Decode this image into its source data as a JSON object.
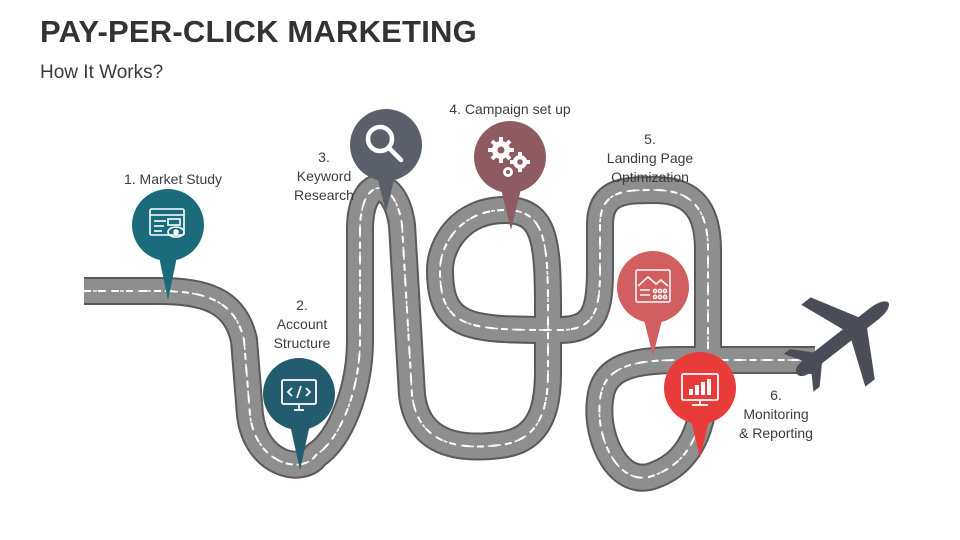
{
  "header": {
    "title": "PAY-PER-CLICK MARKETING",
    "subtitle": "How It Works?"
  },
  "steps": [
    {
      "number": "1.",
      "label": "Market Study",
      "color": "#1a6b7b",
      "icon": "web-analytics-icon"
    },
    {
      "number": "2.",
      "lines": [
        "Account",
        "Structure"
      ],
      "color": "#235c6e",
      "icon": "code-monitor-icon"
    },
    {
      "number": "3.",
      "lines": [
        "Keyword",
        "Research"
      ],
      "color": "#5a5f6a",
      "icon": "magnifier-icon"
    },
    {
      "number": "4.",
      "label": "Campaign set up",
      "color": "#8f5b62",
      "icon": "gears-icon"
    },
    {
      "number": "5.",
      "lines": [
        "Landing Page",
        "Optimization"
      ],
      "color": "#d15f60",
      "icon": "landing-page-icon"
    },
    {
      "number": "6.",
      "lines": [
        "Monitoring",
        "& Reporting"
      ],
      "color": "#ea3b3b",
      "icon": "chart-monitor-icon"
    }
  ],
  "colors": {
    "road": "#8e8e8e",
    "road_edge": "#5a5a5a",
    "road_dash": "#ffffff",
    "airplane": "#4a4d58"
  }
}
